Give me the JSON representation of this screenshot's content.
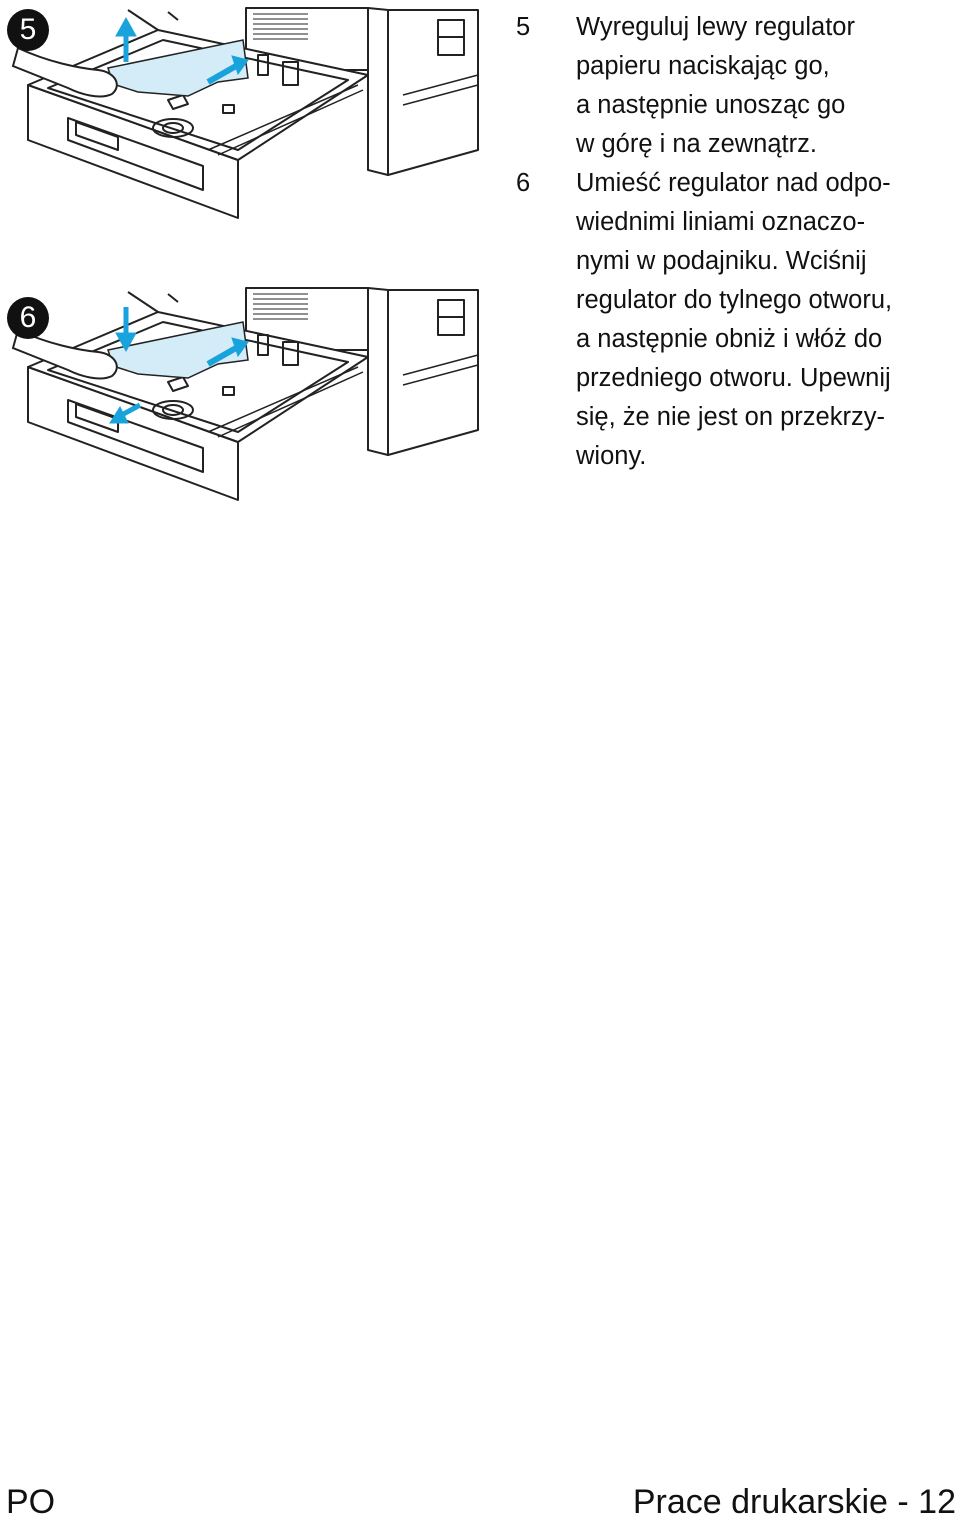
{
  "illustrations": [
    {
      "badge": "5",
      "icon": "paper-tray-guide-lift-illustration"
    },
    {
      "badge": "6",
      "icon": "paper-tray-guide-insert-illustration"
    }
  ],
  "colors": {
    "arrow": "#19a3dc",
    "guide_fill": "#d3ecf7",
    "line_art": "#222222"
  },
  "steps": [
    {
      "number": "5",
      "lines": [
        "Wyreguluj lewy regulator",
        "papieru naciskając go,",
        "a następnie unosząc go",
        "w górę i na zewnątrz."
      ]
    },
    {
      "number": "6",
      "lines": [
        "Umieść regulator nad odpo-",
        "wiednimi liniami oznaczo-",
        "nymi w podajniku. Wciśnij",
        "regulator do tylnego otworu,",
        "a następnie obniż i włóż do",
        "przedniego otworu. Upewnij",
        "się, że nie jest on przekrzy-",
        "wiony."
      ]
    }
  ],
  "footer": {
    "left": "PO",
    "right": "Prace drukarskie - 12"
  }
}
